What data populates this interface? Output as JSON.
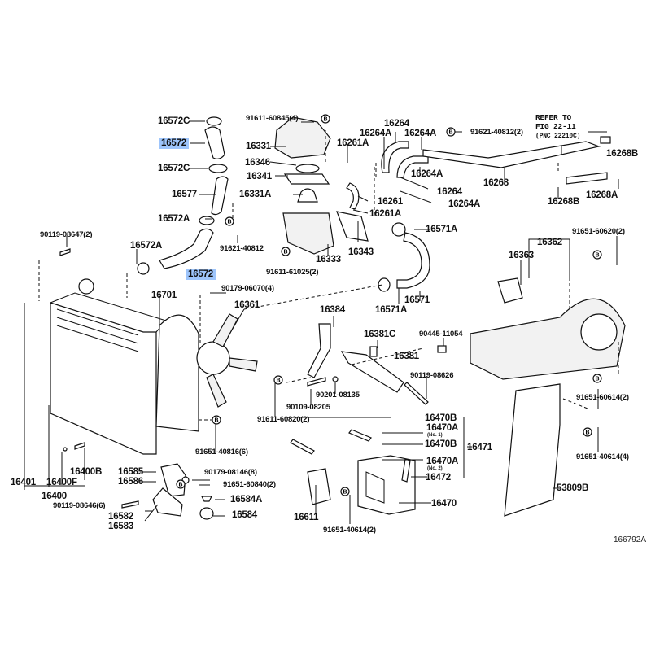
{
  "figure_id": "166792A",
  "bolt_marker": "B",
  "highlight_color": "#9ec5fb",
  "refer": {
    "line1": "REFER TO",
    "line2": "FIG 22-11",
    "line3": "(PNC 22210C)"
  },
  "labels": {
    "p16572C_top": "16572C",
    "p16572_top": "16572",
    "p16572C_mid": "16572C",
    "p16577": "16577",
    "p16572A_mid": "16572A",
    "p16572A_left": "16572A",
    "p16572_bottom": "16572",
    "p91621_40812": "91621-40812",
    "p91611_60845": "91611-60845(4)",
    "p16331": "16331",
    "p16346": "16346",
    "p16341": "16341",
    "p16331A": "16331A",
    "p16333": "16333",
    "p91611_61025": "91611-61025(2)",
    "p16343": "16343",
    "p16261A_top": "16261A",
    "p16261": "16261",
    "p16261A_bot": "16261A",
    "p16264_top": "16264",
    "p16264A_a": "16264A",
    "p16264A_b": "16264A",
    "p16264A_c": "16264A",
    "p16264_mid": "16264",
    "p16264A_d": "16264A",
    "p91621_40812_2": "91621-40812(2)",
    "p16268": "16268",
    "p16268B_a": "16268B",
    "p16268B_b": "16268B",
    "p16268A": "16268A",
    "p16571A_top": "16571A",
    "p16571": "16571",
    "p16571A_bot": "16571A",
    "p90119_08647": "90119-08647(2)",
    "p16701": "16701",
    "p90179_06070": "90179-06070(4)",
    "p16361": "16361",
    "p16384": "16384",
    "p16381C": "16381C",
    "p90445_11054": "90445-11054",
    "p16381": "16381",
    "p90119_08626": "90119-08626",
    "p90201_08135": "90201-08135",
    "p90109_08205": "90109-08205",
    "p91611_60820": "91611-60820(2)",
    "p16362": "16362",
    "p16363": "16363",
    "p91651_60620": "91651-60620(2)",
    "p91651_60614": "91651-60614(2)",
    "p91651_40614_4": "91651-40614(4)",
    "p53809B": "53809B",
    "p16470B_a": "16470B",
    "p16470A_a": "16470A",
    "p16470A_a_sub": "(No. 1)",
    "p16470B_b": "16470B",
    "p16471": "16471",
    "p16470A_b": "16470A",
    "p16470A_b_sub": "(No. 2)",
    "p16472": "16472",
    "p16470": "16470",
    "p16611": "16611",
    "p91651_40614_2": "91651-40614(2)",
    "p91651_40816": "91651-40816(6)",
    "p16401": "16401",
    "p16400F": "16400F",
    "p16400B": "16400B",
    "p16400": "16400",
    "p90119_08646": "90119-08646(6)",
    "p16585": "16585",
    "p16586": "16586",
    "p16582": "16582",
    "p16583": "16583",
    "p90179_08146": "90179-08146(8)",
    "p91651_60840": "91651-60840(2)",
    "p16584A": "16584A",
    "p16584": "16584"
  }
}
